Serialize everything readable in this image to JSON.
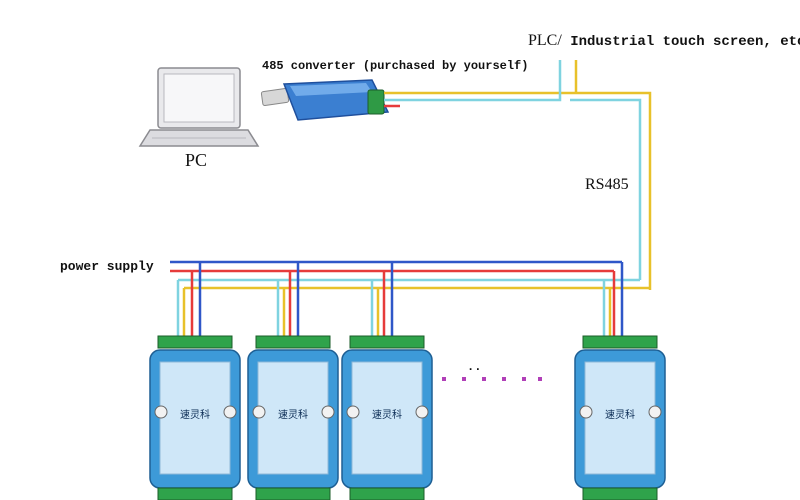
{
  "labels": {
    "plc": "PLC/",
    "plc_suffix": "Industrial touch screen, etc.",
    "converter": "485 converter (purchased by yourself)",
    "pc": "PC",
    "bus": "RS485",
    "power": "power supply",
    "ellipsis_small": "..",
    "module_brand": "速灵科"
  },
  "colors": {
    "blue_wire": "#2f57c8",
    "red_wire": "#e63b3b",
    "yellow_wire": "#e8c12a",
    "cyan_wire": "#7fd3e0",
    "module_body": "#3d9ad8",
    "terminal_green": "#2fa34b",
    "dots": "#b13fb8"
  },
  "modules": [
    {
      "name": "module-1"
    },
    {
      "name": "module-2"
    },
    {
      "name": "module-3"
    },
    {
      "name": "module-4"
    }
  ]
}
